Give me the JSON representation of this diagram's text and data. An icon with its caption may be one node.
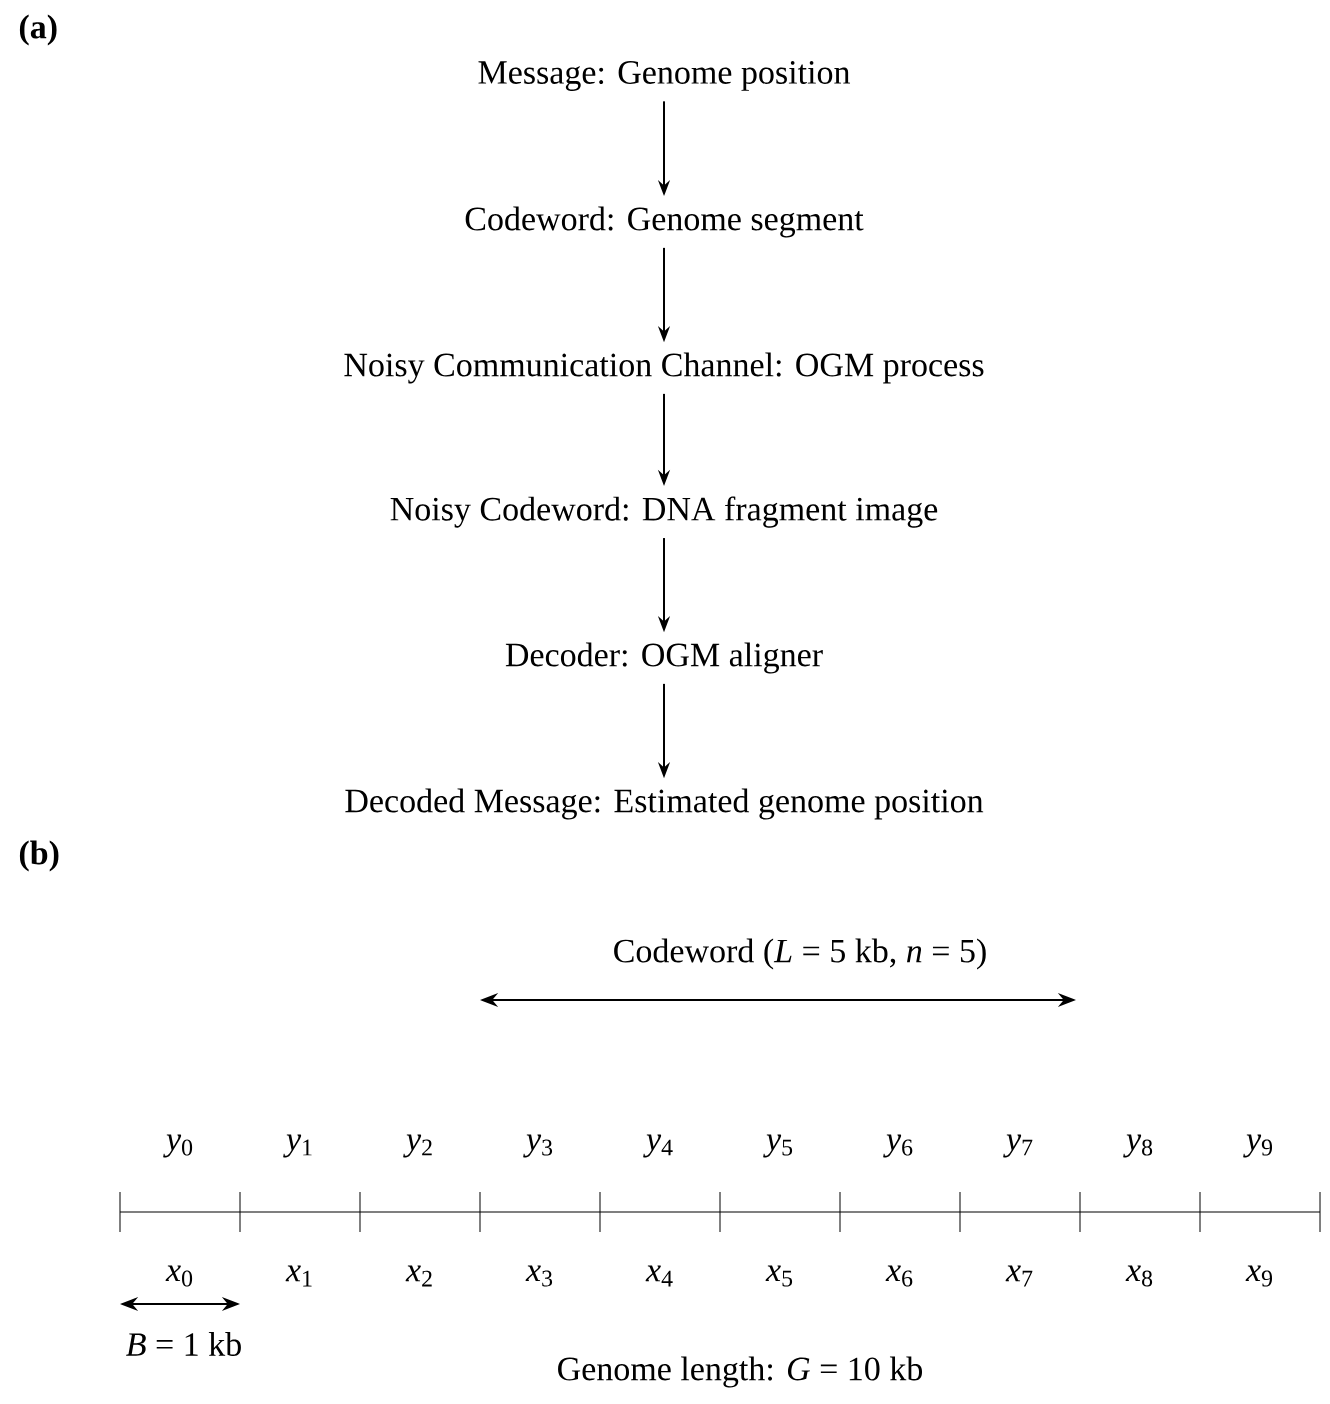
{
  "diagram": {
    "nodes": [
      {
        "text": [
          "Message: Genome position"
        ]
      },
      {
        "text": [
          "Codeword: Genome segment"
        ]
      },
      {
        "text": [
          "Noisy Communication Channel: OGM process"
        ]
      },
      {
        "text": [
          "Noisy Codeword: DNA fragment image"
        ]
      },
      {
        "text": [
          "Decoder: OGM aligner"
        ]
      },
      {
        "text": [
          "Decoded Message: Estimated genome position"
        ]
      }
    ],
    "edges": [
      {
        "from": 0,
        "to": 1,
        "arrow": "to"
      },
      {
        "from": 1,
        "to": 2,
        "arrow": "to"
      },
      {
        "from": 2,
        "to": 3,
        "arrow": "to"
      },
      {
        "from": 3,
        "to": 4,
        "arrow": "to"
      },
      {
        "from": 4,
        "to": 5,
        "arrow": "to"
      }
    ],
    "labels": [
      "(a)",
      "(b)",
      "Codeword (*L* = 5 kb, *n* = 5)",
      "*y*$_{0}$",
      "*y*$_{1}$",
      "*y*$_{2}$",
      "*y*$_{3}$",
      "*y*$_{4}$",
      "*y*$_{5}$",
      "*y*$_{6}$",
      "*y*$_{7}$",
      "*y*$_{8}$",
      "*y*$_{9}$",
      "*x*$_{0}$",
      "*x*$_{1}$",
      "*x*$_{2}$",
      "*x*$_{3}$",
      "*x*$_{4}$",
      "*x*$_{5}$",
      "*x*$_{6}$",
      "*x*$_{7}$",
      "*x*$_{8}$",
      "*x*$_{9}$",
      "*B* = 1 kb",
      "Genome length: *G* = 10 kb"
    ]
  }
}
